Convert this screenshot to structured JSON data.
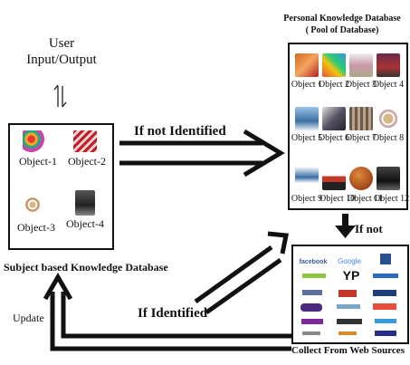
{
  "user": {
    "line1": "User",
    "line2": "Input/Output"
  },
  "subject_db": {
    "caption": "Subject based Knowledge Database",
    "objects": [
      "Object-1",
      "Object-2",
      "Object-3",
      "Object-4"
    ]
  },
  "personal_db": {
    "title_line1": "Personal Knowledge Database",
    "title_line2": "( Pool of Database)",
    "objects": [
      "Object 1",
      "Object 2",
      "Object 3",
      "Object 4",
      "Object 5",
      "Object 6",
      "Object 7",
      "Object 8",
      "Object 9",
      "Object 10",
      "Object 11",
      "Object 12"
    ]
  },
  "web": {
    "caption": "Collect From Web Sources",
    "logos": [
      "facebook",
      "Google",
      "",
      "",
      "YP",
      "",
      "",
      "",
      "",
      "",
      "",
      "",
      "",
      "",
      "",
      "",
      "",
      ""
    ]
  },
  "arrows": {
    "if_not_identified": "If not Identified",
    "if_not": "If not",
    "if_identified": "If Identified",
    "update": "Update"
  },
  "colors": {
    "line": "#111111",
    "text": "#111111",
    "background": "#ffffff"
  }
}
